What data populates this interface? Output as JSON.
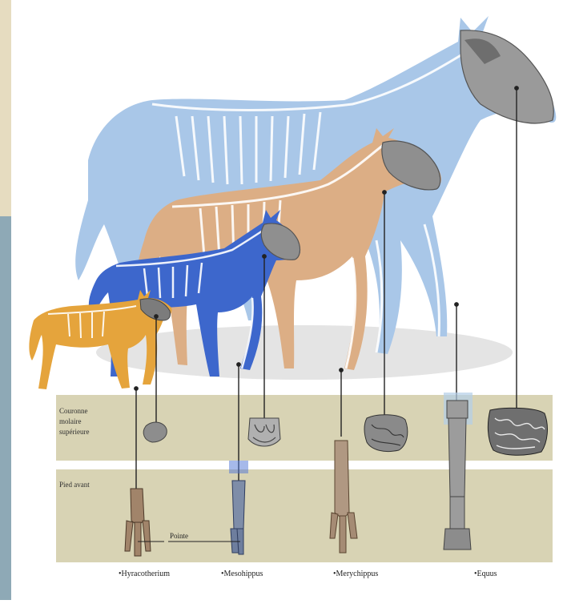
{
  "bands": {
    "molar": {
      "line1": "Couronne",
      "line2": "molaire",
      "line3": "supérieure"
    },
    "foot": {
      "label": "Pied avant"
    }
  },
  "pointe_label": "Pointe",
  "species": [
    {
      "id": "hyracotherium",
      "label": "•Hyracotherium",
      "color": "#e3a33e"
    },
    {
      "id": "mesohippus",
      "label": "•Mesohippus",
      "color": "#3c64c8"
    },
    {
      "id": "merychippus",
      "label": "•Merychippus",
      "color": "#d9a77c"
    },
    {
      "id": "equus",
      "label": "•Equus",
      "color": "#a8c6e6"
    }
  ],
  "colors": {
    "band_fill": "#d8d3b4",
    "band_separator": "#ffffff",
    "left_strip_top": "#e6dcc0",
    "left_strip_bottom": "#8ea9b6",
    "bone_gray": "#8b8b8b",
    "leader_line": "#222222"
  }
}
